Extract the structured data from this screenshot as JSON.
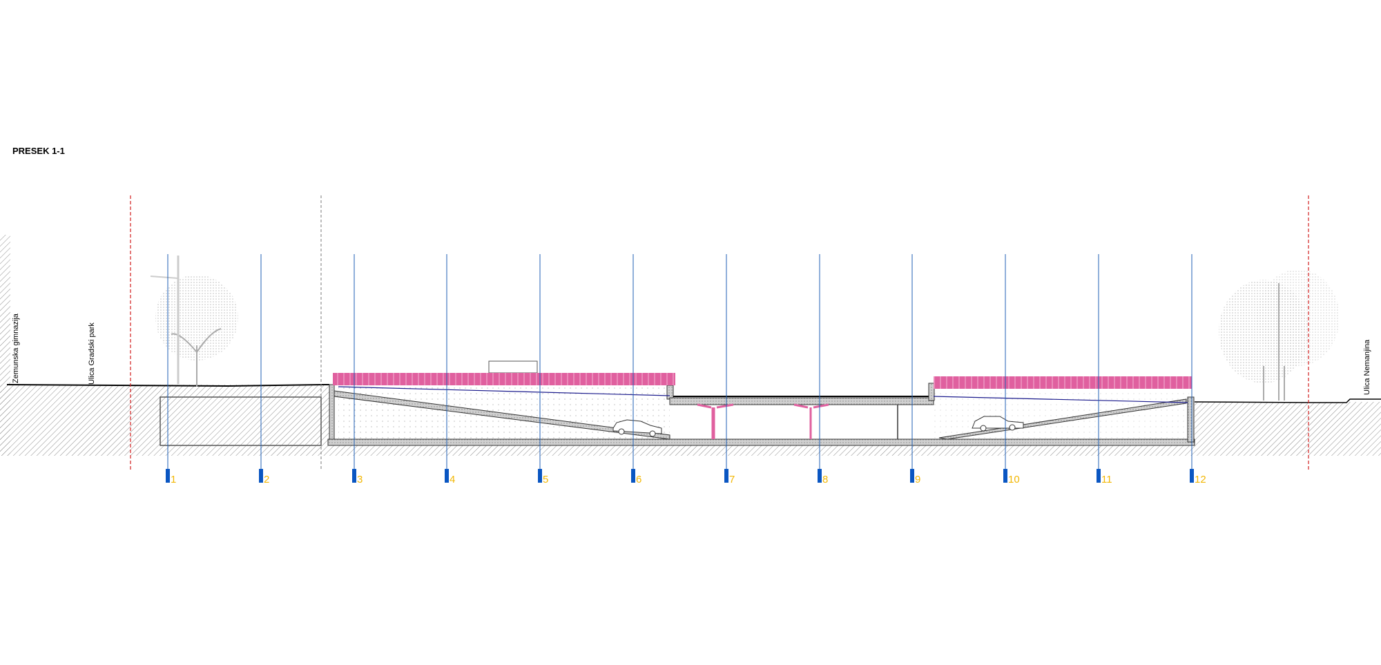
{
  "title": "PRESEK 1-1",
  "street_labels": {
    "left_1": "Zemunska gimnazija",
    "left_2": "Ulica Gradski park",
    "right": "Ulica Nemanjina"
  },
  "axes": [
    "1",
    "2",
    "3",
    "4",
    "5",
    "6",
    "7",
    "8",
    "9",
    "10",
    "11",
    "12"
  ],
  "colors": {
    "axis_line": "#1f5fb5",
    "axis_marker": "#0a56c2",
    "axis_number": "#f2b705",
    "boundary_line": "#d22020",
    "pink_band": "#e0609f",
    "ground_hatch": "#9a9a9a"
  }
}
